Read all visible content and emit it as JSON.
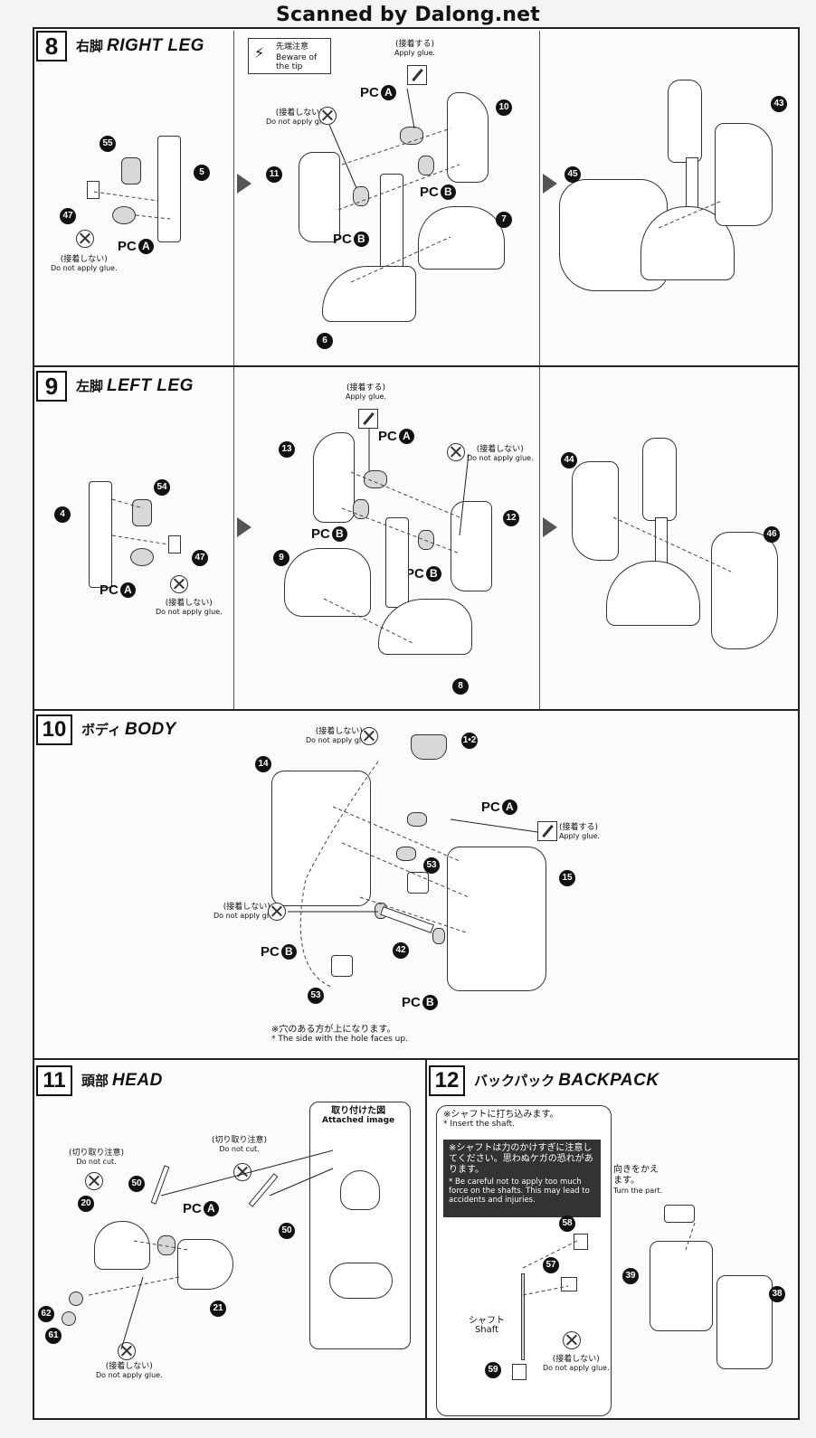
{
  "header": {
    "scanner": "Scanned by Dalong.net"
  },
  "steps": {
    "s8": {
      "num": "8",
      "title_ja": "右脚",
      "title_en": "RIGHT LEG",
      "tip_ja": "先端注意",
      "tip_en": "Beware of the tip",
      "apply_ja": "(接着する)",
      "apply_en": "Apply glue.",
      "noglue_ja": "(接着しない)",
      "noglue_en": "Do not apply glue.",
      "pc_a": "PC",
      "pc_b": "PC",
      "a": "A",
      "b": "B",
      "parts": [
        "55",
        "5",
        "47",
        "11",
        "10",
        "7",
        "6",
        "45",
        "43"
      ]
    },
    "s9": {
      "num": "9",
      "title_ja": "左脚",
      "title_en": "LEFT LEG",
      "apply_ja": "(接着する)",
      "apply_en": "Apply glue.",
      "noglue_ja": "(接着しない)",
      "noglue_en": "Do not apply glue.",
      "pc": "PC",
      "a": "A",
      "b": "B",
      "parts": [
        "4",
        "54",
        "47",
        "13",
        "12",
        "9",
        "8",
        "44",
        "46"
      ]
    },
    "s10": {
      "num": "10",
      "title_ja": "ボディ",
      "title_en": "BODY",
      "noglue_ja": "(接着しない)",
      "noglue_en": "Do not apply glue.",
      "apply_ja": "(接着する)",
      "apply_en": "Apply glue.",
      "pc": "PC",
      "a": "A",
      "b": "B",
      "parts": [
        "1",
        "2",
        "14",
        "15",
        "53",
        "42"
      ],
      "parts_12": "1•2",
      "note_ja": "※穴のある方が上になります。",
      "note_en": "* The side with the hole faces up."
    },
    "s11": {
      "num": "11",
      "title_ja": "頭部",
      "title_en": "HEAD",
      "cut_ja": "(切り取り注意)",
      "cut_en": "Do not cut.",
      "attached_ja": "取り付けた図",
      "attached_en": "Attached image",
      "noglue_ja": "(接着しない)",
      "noglue_en": "Do not apply glue.",
      "pc": "PC",
      "a": "A",
      "parts": [
        "50",
        "20",
        "21",
        "62",
        "61"
      ]
    },
    "s12": {
      "num": "12",
      "title_ja": "バックパック",
      "title_en": "BACKPACK",
      "insert_ja": "※シャフトに打ち込みます。",
      "insert_en": "* Insert the shaft.",
      "warn_ja": "※シャフトは力のかけすぎに注意してください。思わぬケガの恐れがあります。",
      "warn_en": "* Be careful not to apply too much force on the shafts. This may lead to accidents and injuries.",
      "shaft_ja": "シャフト",
      "shaft_en": "Shaft",
      "turn_ja": "向きをかえます。",
      "turn_en": "Turn the part.",
      "noglue_ja": "(接着しない)",
      "noglue_en": "Do not apply glue.",
      "parts": [
        "58",
        "57",
        "59",
        "39",
        "38"
      ]
    }
  }
}
